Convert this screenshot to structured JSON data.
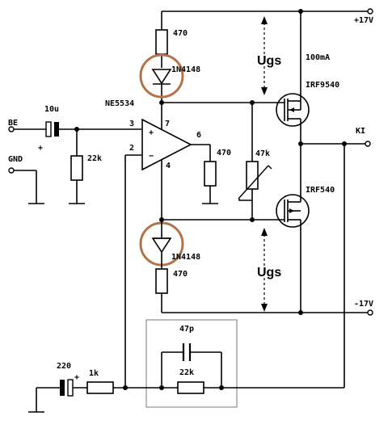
{
  "labels": {
    "supply_pos": "+17V",
    "supply_neg": "-17V",
    "r_top": "470",
    "d_top": "1N4148",
    "ugs_top": "Ugs",
    "current": "100mA",
    "q_top": "IRF9540",
    "opamp": "NE5534",
    "pin3": "3",
    "pin7": "7",
    "pin6": "6",
    "pin2": "2",
    "pin4": "4",
    "plus": "+",
    "minus": "−",
    "r_out": "470",
    "pot": "47k",
    "out": "KI",
    "q_bottom": "IRF540",
    "in": "BE",
    "gnd": "GND",
    "c_in": "10u",
    "c_in_pol": "+",
    "r_in": "22k",
    "d_bottom": "1N4148",
    "r_bottom": "470",
    "ugs_bottom": "Ugs",
    "c_fb": "47p",
    "r_fb": "22k",
    "c_gnd": "220",
    "c_gnd_pol": "+",
    "r_gnd": "1k"
  },
  "colors": {
    "highlight": "#b5734a"
  }
}
